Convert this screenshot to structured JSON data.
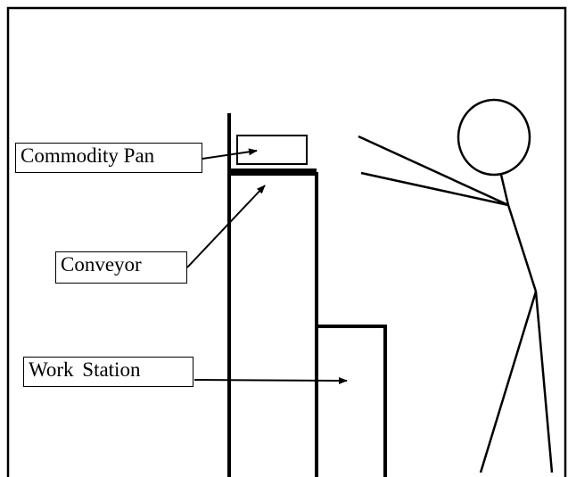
{
  "diagram": {
    "labels": {
      "commodity_pan": "Commodity Pan",
      "conveyor": "Conveyor",
      "work_station": "Work Station"
    },
    "colors": {
      "stroke": "#000000",
      "background": "#ffffff"
    }
  }
}
